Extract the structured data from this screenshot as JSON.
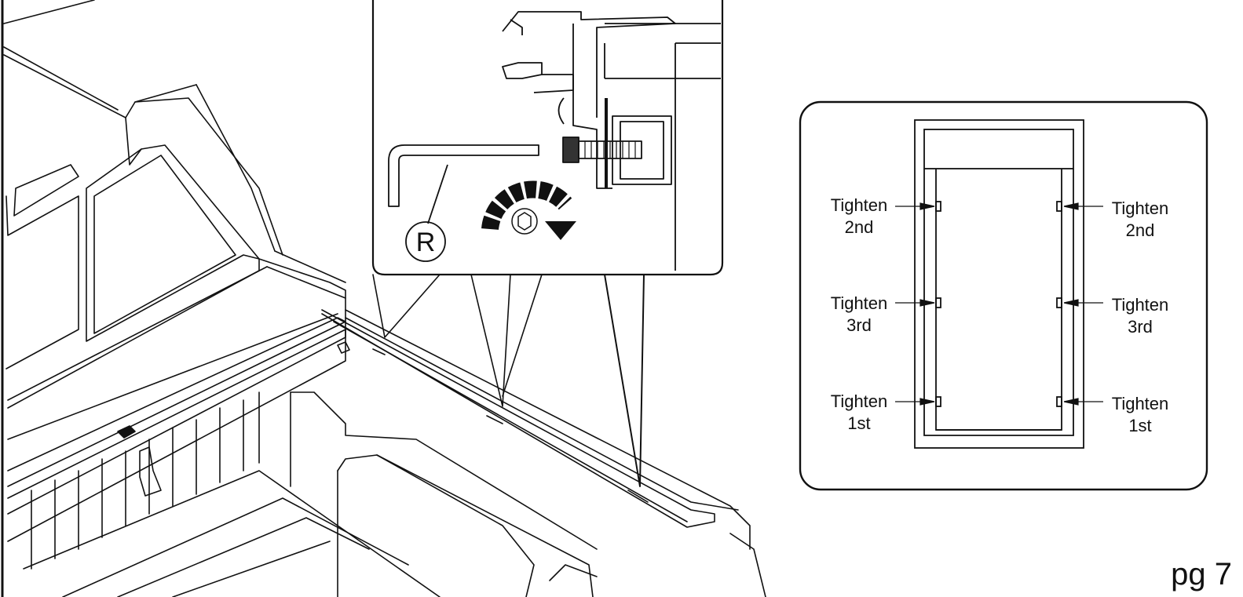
{
  "page_number": "pg 7",
  "tool_callout": {
    "letter": "R"
  },
  "tighten_diagram": {
    "left": [
      {
        "word": "Tighten",
        "order": "2nd"
      },
      {
        "word": "Tighten",
        "order": "3rd"
      },
      {
        "word": "Tighten",
        "order": "1st"
      }
    ],
    "right": [
      {
        "word": "Tighten",
        "order": "2nd"
      },
      {
        "word": "Tighten",
        "order": "3rd"
      },
      {
        "word": "Tighten",
        "order": "1st"
      }
    ]
  },
  "colors": {
    "line": "#111111",
    "background": "#ffffff"
  },
  "icons": [
    "hex-key-icon",
    "rotate-clockwise-arrow-icon",
    "hex-bolt-icon"
  ]
}
